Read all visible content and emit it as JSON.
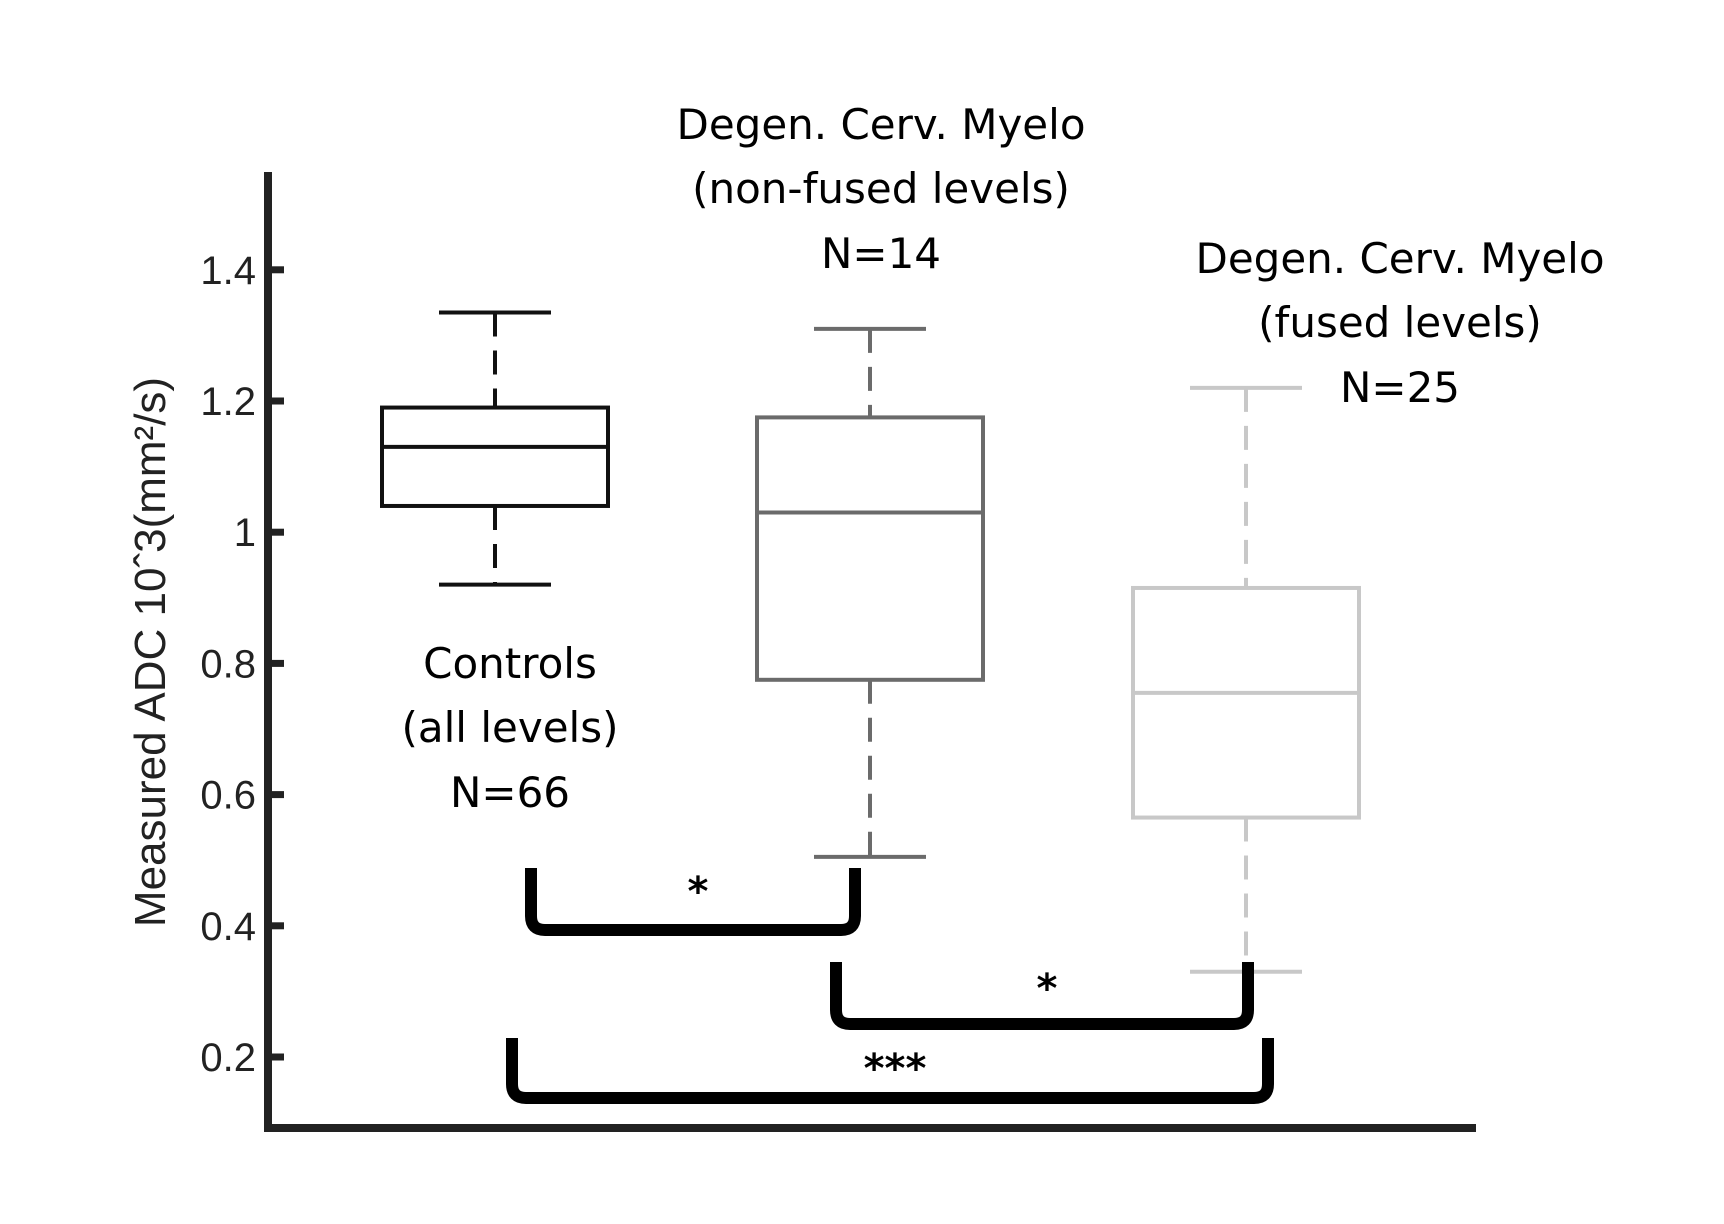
{
  "chart_data": {
    "type": "box",
    "ylabel": "Measured ADC 10ˆ3(mm²/s)",
    "ylim": [
      0.1,
      1.55
    ],
    "yticks": [
      0.2,
      0.4,
      0.6,
      0.8,
      1.0,
      1.2,
      1.4
    ],
    "ytick_labels": [
      "0.2",
      "0.4",
      "0.6",
      "0.8",
      "1",
      "1.2",
      "1.4"
    ],
    "groups": [
      {
        "label_lines": [
          "Controls",
          "(all levels)",
          "N=66"
        ],
        "whisker_low": 0.92,
        "q1": 1.04,
        "median": 1.13,
        "q3": 1.19,
        "whisker_high": 1.335,
        "color": "#111111"
      },
      {
        "label_lines": [
          "Degen. Cerv. Myelo",
          "(non-fused levels)",
          "N=14"
        ],
        "whisker_low": 0.505,
        "q1": 0.775,
        "median": 1.03,
        "q3": 1.175,
        "whisker_high": 1.31,
        "color": "#6b6b6b"
      },
      {
        "label_lines": [
          "Degen. Cerv. Myelo",
          "(fused levels)",
          "N=25"
        ],
        "whisker_low": 0.33,
        "q1": 0.565,
        "median": 0.755,
        "q3": 0.915,
        "whisker_high": 1.22,
        "color": "#c8c8c8"
      }
    ],
    "significance": [
      {
        "from": 0,
        "to": 1,
        "label": "*"
      },
      {
        "from": 1,
        "to": 2,
        "label": "*"
      },
      {
        "from": 0,
        "to": 2,
        "label": "***"
      }
    ]
  }
}
